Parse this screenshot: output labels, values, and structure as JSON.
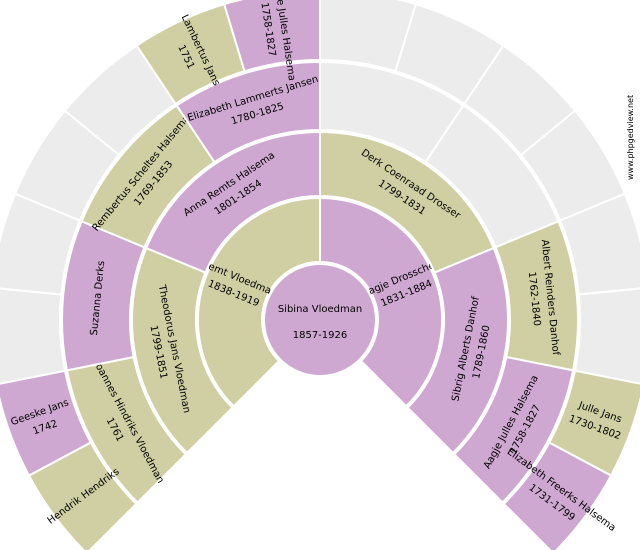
{
  "watermark": "www.phpgedview.net",
  "colors": {
    "male": "#cfcfa3",
    "female": "#cea8d1",
    "empty": "#ececec"
  },
  "root": {
    "name": "Sibina Vloedman",
    "years": "1857-1926",
    "sex": "F"
  },
  "generations": [
    [
      {
        "name": "Remt Vloedman",
        "years": "1838-1919",
        "sex": "M"
      },
      {
        "name": "Aagje Drosscher",
        "years": "1831-1884",
        "sex": "F"
      }
    ],
    [
      {
        "name": "Theodorus Jans Vloedman",
        "years": "1799-1851",
        "sex": "M"
      },
      {
        "name": "Anna Remts Halsema",
        "years": "1801-1854",
        "sex": "F"
      },
      {
        "name": "Derk Coenraad Drosser",
        "years": "1799-1831",
        "sex": "M"
      },
      {
        "name": "Sibrig Alberts Danhof",
        "years": "1789-1860",
        "sex": "F"
      }
    ],
    [
      {
        "name": "Joannes Hindriks Vloedman",
        "years": "1761",
        "sex": "M"
      },
      {
        "name": "Suzanna Derks",
        "years": "",
        "sex": "F"
      },
      {
        "name": "Rembertus Scheltes Halsema",
        "years": "1769-1853",
        "sex": "M"
      },
      {
        "name": "Elizabeth Lammerts Jansen",
        "years": "1780-1825",
        "sex": "F"
      },
      {
        "name": "",
        "years": "",
        "sex": ""
      },
      {
        "name": "",
        "years": "",
        "sex": ""
      },
      {
        "name": "Albert Reinders Danhof",
        "years": "1762-1840",
        "sex": "M"
      },
      {
        "name": "Aagje Julles Halsema",
        "years": "1758-1827",
        "sex": "F"
      }
    ],
    [
      {
        "name": "Hendrik Hendriks",
        "years": "",
        "sex": "M"
      },
      {
        "name": "Geeske Jans",
        "years": "1742",
        "sex": "F"
      },
      {
        "name": "",
        "years": "",
        "sex": ""
      },
      {
        "name": "",
        "years": "",
        "sex": ""
      },
      {
        "name": "",
        "years": "",
        "sex": ""
      },
      {
        "name": "",
        "years": "",
        "sex": ""
      },
      {
        "name": "Lambertus Jans",
        "years": "1751",
        "sex": "M"
      },
      {
        "name": "Aagtje Julles Halsema",
        "years": "1758-1827",
        "sex": "F"
      },
      {
        "name": "",
        "years": "",
        "sex": ""
      },
      {
        "name": "",
        "years": "",
        "sex": ""
      },
      {
        "name": "",
        "years": "",
        "sex": ""
      },
      {
        "name": "",
        "years": "",
        "sex": ""
      },
      {
        "name": "",
        "years": "",
        "sex": ""
      },
      {
        "name": "",
        "years": "",
        "sex": ""
      },
      {
        "name": "Julle Jans",
        "years": "1730-1802",
        "sex": "M"
      },
      {
        "name": "Elizabeth Freerks Halsema",
        "years": "1731-1799",
        "sex": "F"
      }
    ]
  ]
}
